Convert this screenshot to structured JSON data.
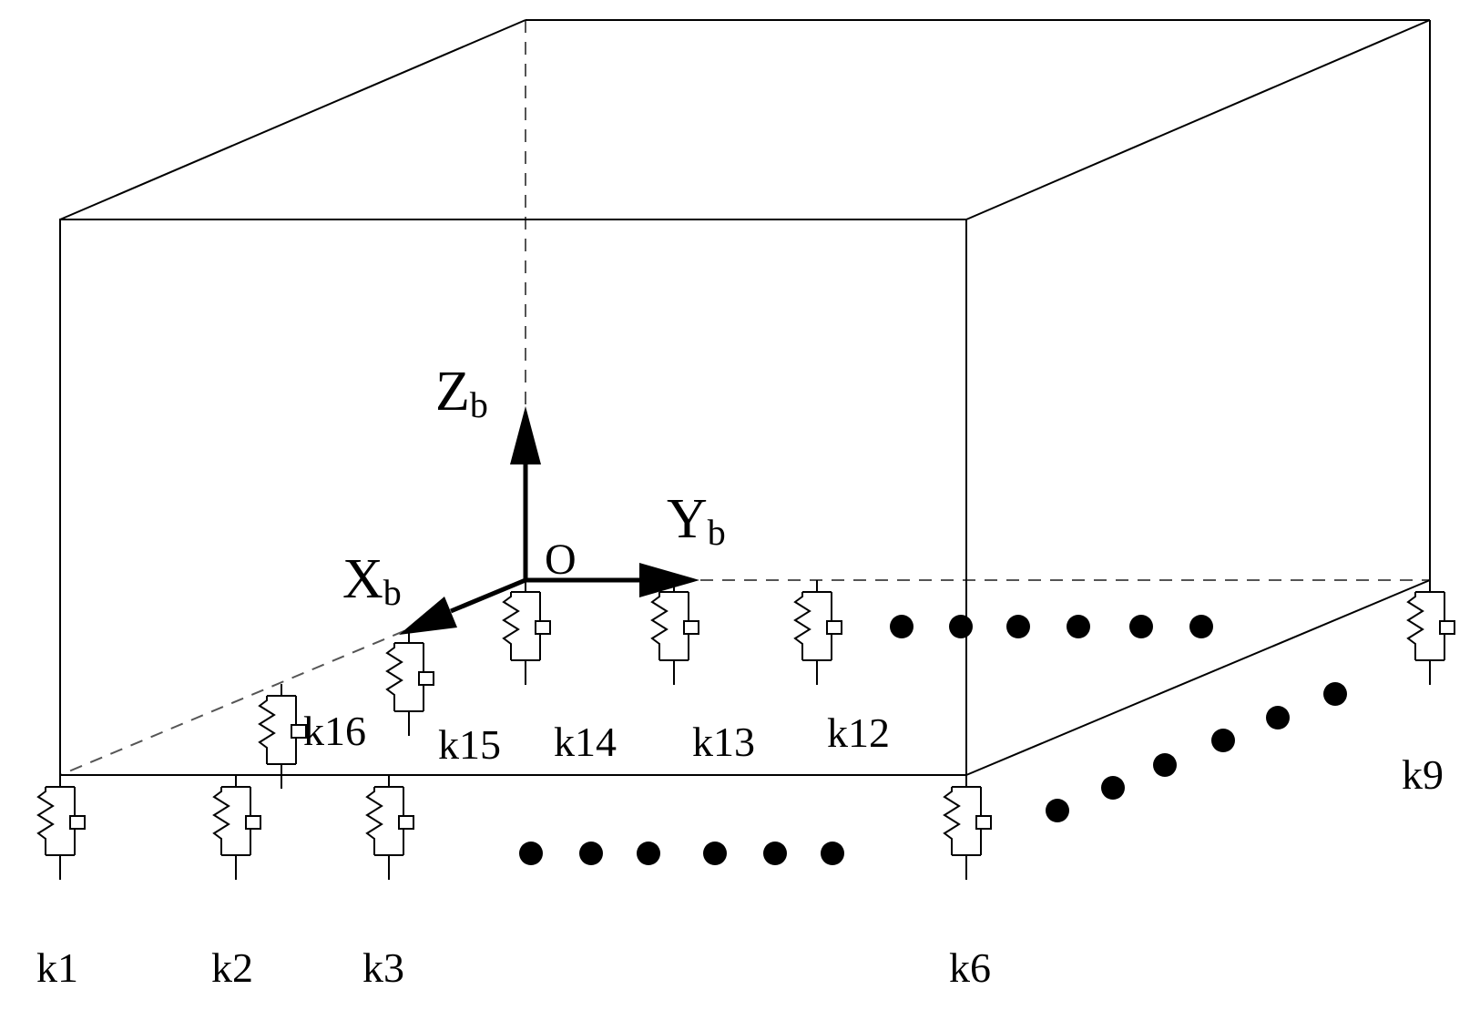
{
  "axes": {
    "z": {
      "main": "Z",
      "sub": "b"
    },
    "y": {
      "main": "Y",
      "sub": "b"
    },
    "x": {
      "main": "X",
      "sub": "b"
    },
    "origin": "O"
  },
  "supports": {
    "k1": "k1",
    "k2": "k2",
    "k3": "k3",
    "k6": "k6",
    "k9": "k9",
    "k12": "k12",
    "k13": "k13",
    "k14": "k14",
    "k15": "k15",
    "k16": "k16"
  }
}
